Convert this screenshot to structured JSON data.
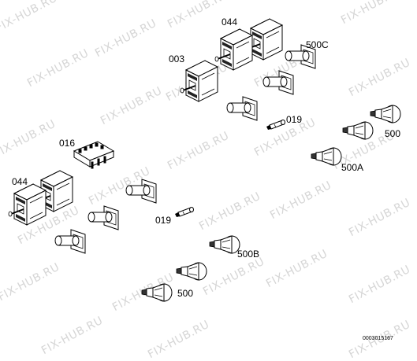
{
  "watermark": {
    "text": "FIX-HUB.RU"
  },
  "parts": {
    "p044_top": "044",
    "p003": "003",
    "p500c": "500C",
    "p019_top": "019",
    "p500_right": "500",
    "p500a": "500A",
    "p016": "016",
    "p044_left": "044",
    "p019_mid": "019",
    "p500b": "500B",
    "p500_bottom": "500"
  },
  "diagram_code": "0003015167"
}
